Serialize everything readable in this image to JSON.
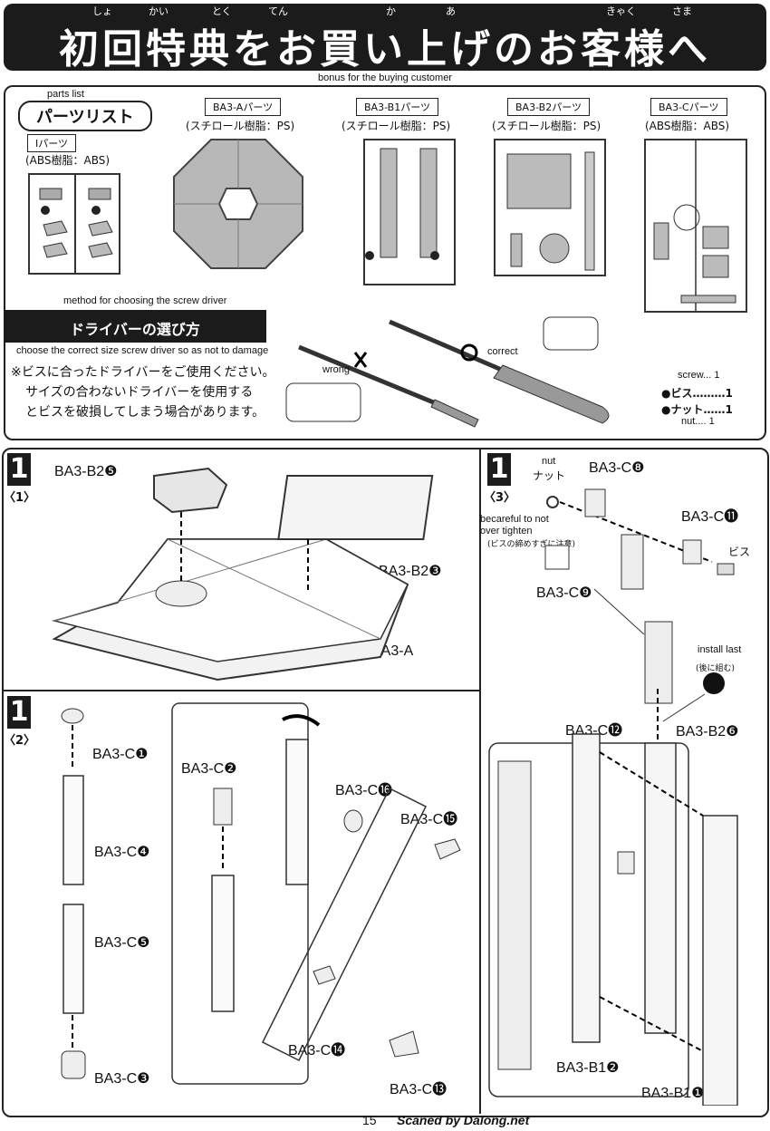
{
  "header": {
    "title": "初回特典をお買い上げのお客様へ",
    "furigana": [
      "しょ",
      "かい",
      "とく",
      "てん",
      "か",
      "あ",
      "きゃく",
      "さま"
    ]
  },
  "subtitle": "bonus for the buying customer",
  "parts": {
    "parts_list_en": "parts list",
    "parts_list_jp": "パーツリスト",
    "sets": [
      {
        "name": "Iパーツ",
        "material": "(ABS樹脂：ABS)"
      },
      {
        "name": "BA3-Aパーツ",
        "material": "(スチロール樹脂：PS)"
      },
      {
        "name": "BA3-B1パーツ",
        "material": "(スチロール樹脂：PS)"
      },
      {
        "name": "BA3-B2パーツ",
        "material": "(スチロール樹脂：PS)"
      },
      {
        "name": "BA3-Cパーツ",
        "material": "(ABS樹脂：ABS)"
      }
    ]
  },
  "driver": {
    "method_en": "method for choosing the screw driver",
    "title": "ドライバーの選び方",
    "choose_en": "choose the correct size screw driver so as not to damage",
    "note_lines": [
      "※ビスに合ったドライバーをご使用ください。",
      "サイズの合わないドライバーを使用する",
      "とビスを破損してしまう場合があります。"
    ],
    "wrong": "wrong",
    "correct": "correct",
    "screw_en": "screw... 1",
    "screw_jp": "●ビス………1",
    "nut_jp": "●ナット……1",
    "nut_en": "nut.... 1"
  },
  "step1": {
    "number": "1",
    "sub": "〈1〉",
    "labels": [
      "BA3-B2❺",
      "BA3-B2❸",
      "BA3-A"
    ]
  },
  "step2": {
    "number": "1",
    "sub": "〈2〉",
    "labels": [
      "BA3-C❶",
      "BA3-C❹",
      "BA3-C❺",
      "BA3-C❸",
      "BA3-C❷",
      "BA3-C⓰",
      "BA3-C⓯",
      "BA3-C⓮",
      "BA3-C⓭"
    ]
  },
  "step3": {
    "number": "1",
    "sub": "〈3〉",
    "nut_en": "nut",
    "nut_jp": "ナット",
    "careful_1": "becareful to not",
    "careful_2": "over tighten",
    "careful_jp": "(ビスの締めすぎに注意)",
    "screw_jp": "ビス",
    "install_en": "install last",
    "install_jp": "(後に組む)",
    "labels": [
      "BA3-C❽",
      "BA3-C⓫",
      "BA3-C❾",
      "BA3-C⓬",
      "BA3-B2❻",
      "BA3-B1❷",
      "BA3-B1❶"
    ]
  },
  "footer": {
    "page": "15",
    "credit": "Scaned by Dalong.net"
  }
}
